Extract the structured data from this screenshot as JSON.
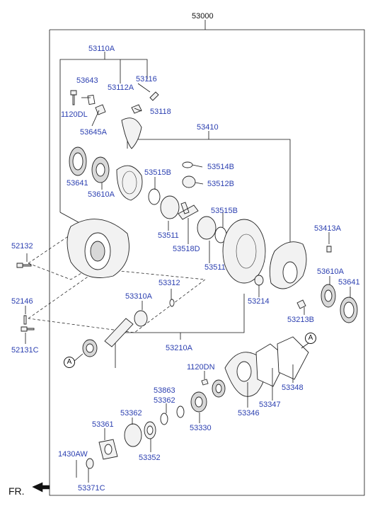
{
  "diagram": {
    "assembly_label": "53000",
    "parts": [
      {
        "id": "p53110A",
        "label": "53110A"
      },
      {
        "id": "p53643",
        "label": "53643"
      },
      {
        "id": "p53116",
        "label": "53116"
      },
      {
        "id": "p53112A",
        "label": "53112A"
      },
      {
        "id": "p1120DL",
        "label": "1120DL"
      },
      {
        "id": "p53118",
        "label": "53118"
      },
      {
        "id": "p53645A",
        "label": "53645A"
      },
      {
        "id": "p53410",
        "label": "53410"
      },
      {
        "id": "p53514B",
        "label": "53514B"
      },
      {
        "id": "p53515B_1",
        "label": "53515B"
      },
      {
        "id": "p53512B",
        "label": "53512B"
      },
      {
        "id": "p53641_1",
        "label": "53641"
      },
      {
        "id": "p53610A_1",
        "label": "53610A"
      },
      {
        "id": "p53515B_2",
        "label": "53515B"
      },
      {
        "id": "p53511_1",
        "label": "53511"
      },
      {
        "id": "p53518D",
        "label": "53518D"
      },
      {
        "id": "p53511_2",
        "label": "53511"
      },
      {
        "id": "p53413A",
        "label": "53413A"
      },
      {
        "id": "p52132",
        "label": "52132"
      },
      {
        "id": "p53610A_2",
        "label": "53610A"
      },
      {
        "id": "p53641_2",
        "label": "53641"
      },
      {
        "id": "p53312",
        "label": "53312"
      },
      {
        "id": "p53310A",
        "label": "53310A"
      },
      {
        "id": "p53214",
        "label": "53214"
      },
      {
        "id": "p52146",
        "label": "52146"
      },
      {
        "id": "p53213B",
        "label": "53213B"
      },
      {
        "id": "p52131C",
        "label": "52131C"
      },
      {
        "id": "p53210A",
        "label": "53210A"
      },
      {
        "id": "p1120DN",
        "label": "1120DN"
      },
      {
        "id": "p53863",
        "label": "53863"
      },
      {
        "id": "p53362_1",
        "label": "53362"
      },
      {
        "id": "p53348",
        "label": "53348"
      },
      {
        "id": "p53347",
        "label": "53347"
      },
      {
        "id": "p53362_2",
        "label": "53362"
      },
      {
        "id": "p53361",
        "label": "53361"
      },
      {
        "id": "p53346",
        "label": "53346"
      },
      {
        "id": "p53330",
        "label": "53330"
      },
      {
        "id": "p53352",
        "label": "53352"
      },
      {
        "id": "p1430AW",
        "label": "1430AW"
      },
      {
        "id": "p53371C",
        "label": "53371C"
      }
    ],
    "ref_markers": [
      "A",
      "A"
    ],
    "direction_label": "FR."
  }
}
